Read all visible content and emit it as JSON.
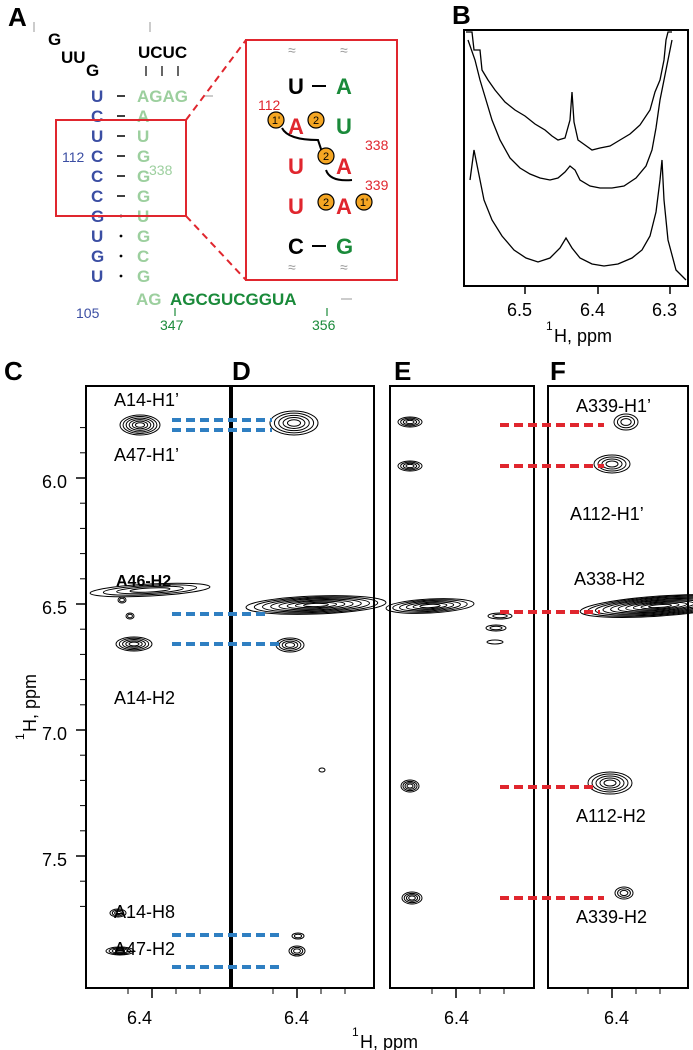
{
  "colors": {
    "blue_strand": "#3b4ea3",
    "light_green": "#9ccf9e",
    "dark_green": "#1a8a3a",
    "red": "#e0262e",
    "orange": "#f5a623",
    "dash_blue": "#2f7fc2",
    "dash_red": "#e0262e"
  },
  "panelA": {
    "label": "A",
    "loop_top": "G",
    "loop_mid": "UU",
    "loop_g": "G",
    "top_right": "UCUC",
    "left_strand": [
      "U",
      "C",
      "U",
      "C",
      "C",
      "C",
      "G",
      "U",
      "G",
      "U"
    ],
    "right_strand": [
      "A",
      "A",
      "U",
      "G",
      "G",
      "G",
      "U",
      "G",
      "C",
      "G"
    ],
    "right_top": "AGAG",
    "tail_light": "AG",
    "tail_dark": "AGCGUCGGUA",
    "num_112": "112",
    "num_338": "338",
    "num_105": "105",
    "num_347": "347",
    "num_356": "356",
    "inset": {
      "pairs": [
        [
          "U",
          "A"
        ],
        [
          "A",
          "U"
        ],
        [
          "U",
          "A"
        ],
        [
          "U",
          "A"
        ],
        [
          "C",
          "G"
        ]
      ],
      "num_112": "112",
      "num_338": "338",
      "num_339": "339",
      "circles": [
        "1'",
        "2",
        "2",
        "2",
        "1'"
      ]
    }
  },
  "panelB": {
    "label": "B",
    "ticks": [
      "6.5",
      "6.4",
      "6.3"
    ],
    "xlabel_sup": "1",
    "xlabel": "H, ppm"
  },
  "panels": {
    "C": "C",
    "D": "D",
    "E": "E",
    "F": "F"
  },
  "yaxis": {
    "ticks": [
      "6.0",
      "6.5",
      "7.0",
      "7.5"
    ],
    "label_sup": "1",
    "label": "H, ppm"
  },
  "xaxis": {
    "tick": "6.4",
    "label_sup": "1",
    "label": "H, ppm"
  },
  "annotations": {
    "A14_H1p": "A14-H1’",
    "A47_H1p": "A47-H1’",
    "A46_H2": "A46-H2",
    "A14_H2": "A14-H2",
    "A14_H8": "A14-H8",
    "A47_H2": "A47-H2",
    "A339_H1p": "A339-H1’",
    "A112_H1p": "A112-H1’",
    "A338_H2": "A338-H2",
    "A112_H2": "A112-H2",
    "A339_H2": "A339-H2"
  }
}
